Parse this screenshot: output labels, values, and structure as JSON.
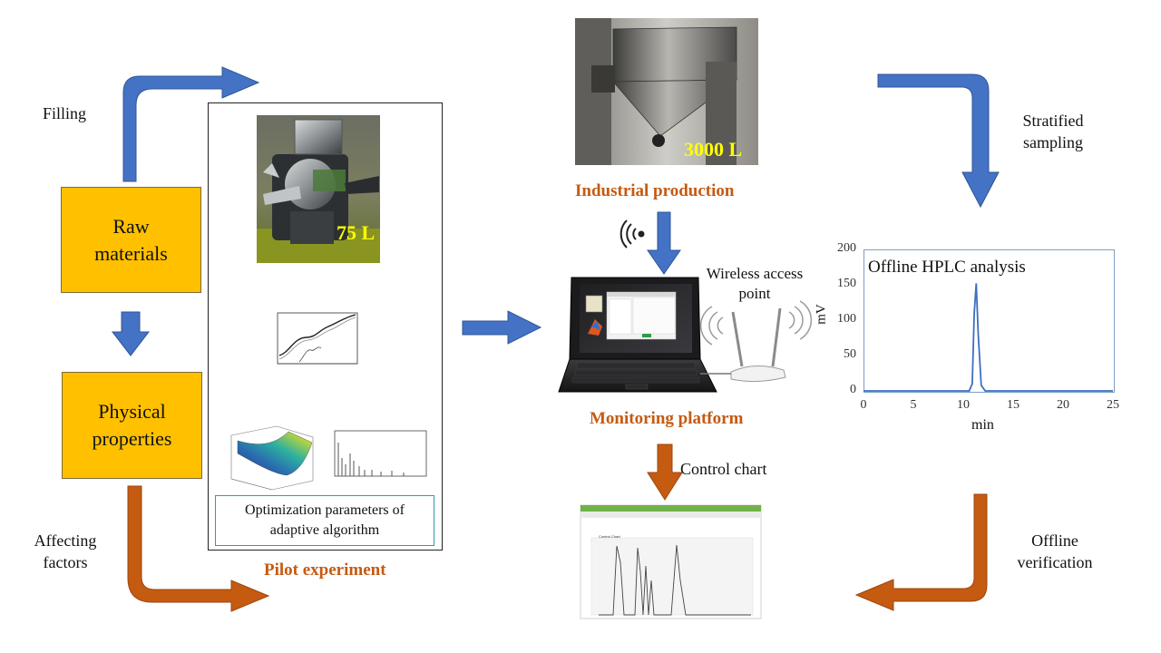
{
  "labels": {
    "filling": "Filling",
    "affecting_factors": "Affecting factors",
    "stratified_sampling": "Stratified sampling",
    "offline_verification": "Offline verification",
    "control_chart": "Control chart",
    "wireless_access_point": "Wireless access point"
  },
  "boxes": {
    "raw_materials": "Raw materials",
    "physical_properties": "Physical properties",
    "optimization": "Optimization parameters of adaptive algorithm"
  },
  "headings": {
    "pilot": "Pilot experiment",
    "industrial": "Industrial production",
    "monitoring": "Monitoring platform"
  },
  "photo_labels": {
    "pilot_volume": "75 L",
    "industrial_volume": "3000 L"
  },
  "control_chart_window_title": "Control Chart",
  "chart_data": {
    "type": "line",
    "title": "Offline HPLC analysis",
    "xlabel": "min",
    "ylabel": "mV",
    "xlim": [
      0,
      25
    ],
    "ylim": [
      0,
      200
    ],
    "xticks": [
      0,
      5,
      10,
      15,
      20,
      25
    ],
    "yticks": [
      0,
      50,
      100,
      150,
      200
    ],
    "grid": false,
    "series": [
      {
        "x": [
          0,
          10.6,
          10.9,
          11.1,
          11.3,
          11.5,
          11.8,
          12.2,
          25
        ],
        "y": [
          0,
          0,
          10,
          110,
          152,
          80,
          8,
          0,
          0
        ]
      }
    ]
  }
}
